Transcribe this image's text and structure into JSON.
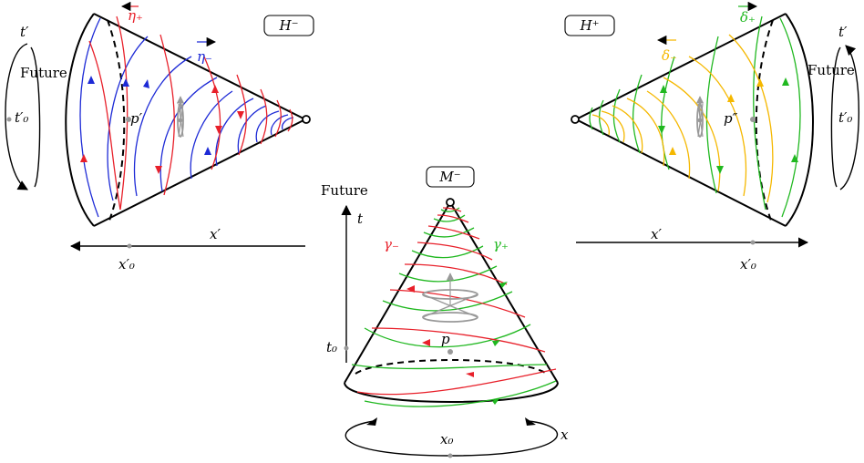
{
  "colors": {
    "red": "#e8202a",
    "blue": "#1d2ad6",
    "green": "#20b820",
    "yellow": "#f5b800",
    "gray": "#999999",
    "black": "#000000"
  },
  "left_panel": {
    "box_label": "H⁻",
    "eta_plus": "η₊",
    "eta_minus": "η₋",
    "point_label": "p′",
    "time_axis_label": "t′",
    "future_label": "Future",
    "time_tick": "t′₀",
    "space_axis_label": "x′",
    "space_tick": "x′₀"
  },
  "center_panel": {
    "box_label": "M⁻",
    "future_label": "Future",
    "time_axis_label": "t",
    "time_tick": "t₀",
    "gamma_minus": "γ₋",
    "gamma_plus": "γ₊",
    "point_label": "p",
    "space_tick": "x₀",
    "space_axis_label": "x"
  },
  "right_panel": {
    "box_label": "H⁺",
    "delta_plus": "δ₊",
    "delta_minus": "δ₋",
    "point_label": "p″",
    "time_axis_label": "t′",
    "future_label": "Future",
    "time_tick": "t′₀",
    "space_axis_label": "x′",
    "space_tick": "x′₀"
  }
}
